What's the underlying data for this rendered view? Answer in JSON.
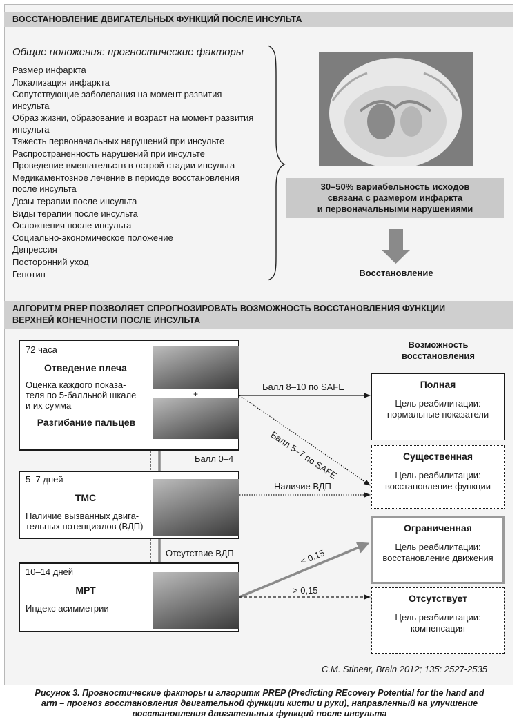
{
  "section1": {
    "header": "ВОССТАНОВЛЕНИЕ ДВИГАТЕЛЬНЫХ ФУНКЦИЙ ПОСЛЕ ИНСУЛЬТА",
    "factors_title": "Общие положения: прогностические факторы",
    "factors": [
      "Размер инфаркта",
      "Локализация инфаркта",
      "Сопутствующие заболевания на момент развития инсульта",
      "Образ жизни, образование и возраст на момент развития инсульта",
      "Тяжесть первоначальных нарушений при инсульте",
      "Распространенность нарушений при инсульте",
      "Проведение вмешательств в острой стадии инсульта",
      "Медикаментозное лечение в периоде восстановления после инсульта",
      "Дозы терапии после инсульта",
      "Виды терапии после инсульта",
      "Осложнения после инсульта",
      "Социально-экономическое положение",
      "Депрессия",
      "Посторонний уход",
      "Генотип"
    ],
    "info_lines": [
      "30–50% вариабельность исходов",
      "связана с размером инфаркта",
      "и первоначальными нарушениями"
    ],
    "recovery_label": "Восстановление"
  },
  "section2": {
    "header_line1": "АЛГОРИТМ PREP ПОЗВОЛЯЕТ СПРОГНОЗИРОВАТЬ ВОЗМОЖНОСТЬ ВОССТАНОВЛЕНИЯ ФУНКЦИИ",
    "header_line2": "ВЕРХНЕЙ КОНЕЧНОСТИ ПОСЛЕ ИНСУЛЬТА",
    "column_title_line1": "Возможность",
    "column_title_line2": "восстановления",
    "stages": [
      {
        "time": "72 часа",
        "title1": "Отведение плеча",
        "desc_lines": [
          "Оценка каждого показа-",
          "теля по 5-балльной шкале",
          "и их сумма"
        ],
        "title2": "Разгибание пальцев",
        "plus": "+"
      },
      {
        "time": "5–7 дней",
        "title1": "ТМС",
        "desc_lines": [
          "Наличие вызванных двига-",
          "тельных потенциалов (ВДП)"
        ]
      },
      {
        "time": "10–14 дней",
        "title1": "МРТ",
        "desc_lines": [
          "Индекс асимметрии"
        ]
      }
    ],
    "edge_labels": {
      "safe_8_10": "Балл 8–10 по SAFE",
      "safe_5_7": "Балл 5–7 по SAFE",
      "score_0_4": "Балл 0–4",
      "mep_present": "Наличие ВДП",
      "mep_absent": "Отсутствие ВДП",
      "less_015": "< 0,15",
      "greater_015": "> 0,15"
    },
    "outcomes": [
      {
        "title": "Полная",
        "lines": [
          "Цель реабилитации:",
          "нормальные показатели"
        ]
      },
      {
        "title": "Существенная",
        "lines": [
          "Цель реабилитации:",
          "восстановление функции"
        ]
      },
      {
        "title": "Ограниченная",
        "lines": [
          "Цель реабилитации:",
          "восстановление движения"
        ]
      },
      {
        "title": "Отсутствует",
        "lines": [
          "Цель реабилитации:",
          "компенсация"
        ]
      }
    ],
    "citation": "C.M. Stinear, Brain 2012; 135: 2527-2535"
  },
  "caption": {
    "line1": "Рисунок 3. Прогностические факторы и алгоритм PREP (Predicting REcovery Potential for the hand and",
    "line2": "arm – прогноз восстановления двигательной функции кисти и руки), направленный на улучшение",
    "line3": "восстановления двигательных функций после инсульта"
  },
  "colors": {
    "header_gray": "#cfcfcf",
    "info_gray": "#c9c9c9",
    "arrow_gray": "#8a8a8a",
    "limited_border": "#9a9a9a"
  }
}
